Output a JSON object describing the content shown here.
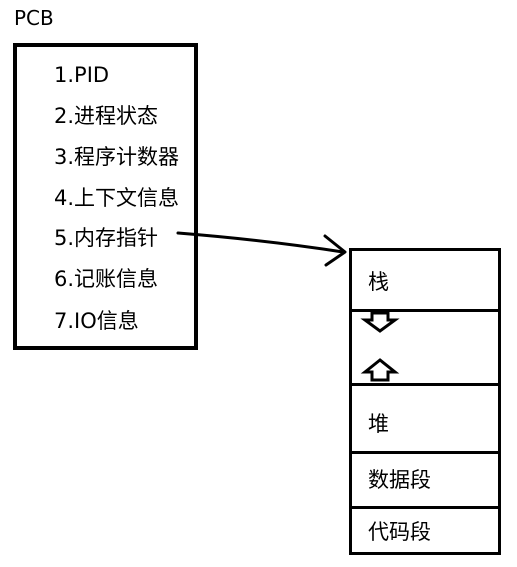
{
  "title": "PCB",
  "pcb_items": [
    "1.PID",
    "2.进程状态",
    "3.程序计数器",
    "4.上下文信息",
    "5.内存指针",
    "6.记账信息",
    "7.IO信息"
  ],
  "memory": {
    "stack_label": "栈",
    "heap_label": "堆",
    "data_label": "数据段",
    "code_label": "代码段"
  },
  "icons": {
    "stack_grow": "arrow-down-icon",
    "heap_grow": "arrow-up-icon",
    "pointer": "pointer-arrow-icon"
  }
}
